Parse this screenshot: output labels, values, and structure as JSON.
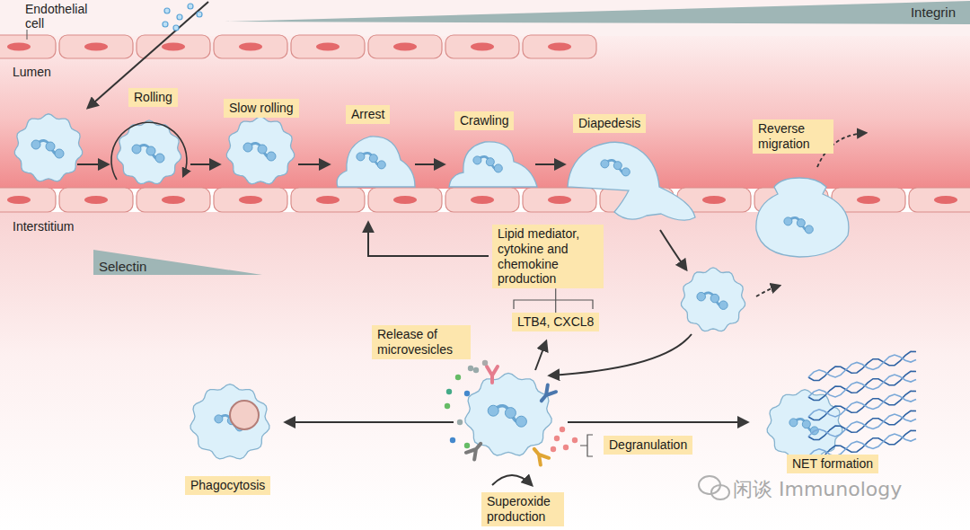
{
  "diagram": {
    "nodes": [
      {
        "text": [
          "Integrin"
        ]
      },
      {
        "text": [
          "Rolling"
        ]
      },
      {
        "text": [
          "Slow rolling"
        ]
      },
      {
        "text": [
          "Arrest"
        ]
      },
      {
        "text": [
          "Crawling"
        ]
      },
      {
        "text": [
          "Diapedesis"
        ]
      },
      {
        "text": [
          "Reverse migration"
        ]
      },
      {
        "text": [
          "Selectin"
        ]
      },
      {
        "text": [
          "Lipid mediator, cytokine and chemokine production"
        ]
      },
      {
        "text": [
          "LTB4, CXCL8"
        ]
      },
      {
        "text": [
          "Release of microvesicles"
        ]
      },
      {
        "text": [
          "Degranulation"
        ]
      },
      {
        "text": [
          "Phagocytosis"
        ]
      },
      {
        "text": [
          "Superoxide production"
        ]
      },
      {
        "text": [
          "NET formation"
        ]
      }
    ],
    "edges": [
      {
        "from": 8,
        "to": 9,
        "arrow": "none"
      }
    ],
    "labels": [
      "Endothelial cell",
      "Lumen",
      "Interstitium",
      "闲谈 Immunology"
    ]
  }
}
